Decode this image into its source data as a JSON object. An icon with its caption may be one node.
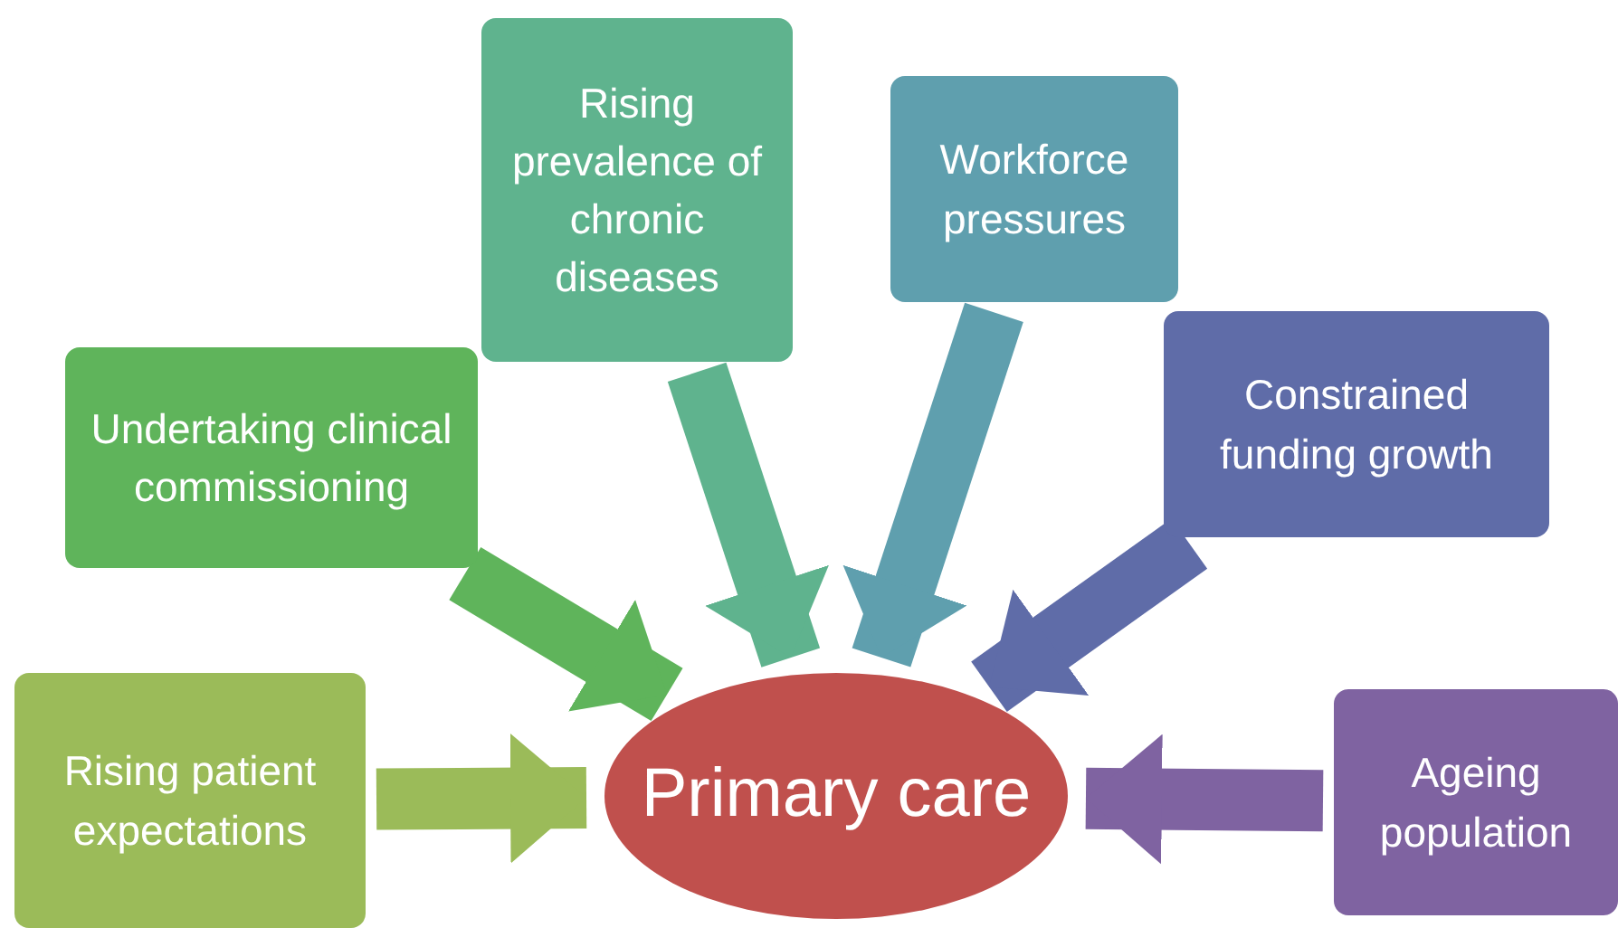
{
  "diagram": {
    "nodes": [
      {
        "text": [
          "Primary care"
        ]
      },
      {
        "text": [
          "Rising patient expectations"
        ]
      },
      {
        "text": [
          "Undertaking clinical commissioning"
        ]
      },
      {
        "text": [
          "Rising prevalence of chronic diseases"
        ]
      },
      {
        "text": [
          "Workforce pressures"
        ]
      },
      {
        "text": [
          "Constrained funding growth"
        ]
      },
      {
        "text": [
          "Ageing population"
        ]
      }
    ],
    "edges": [
      {
        "from": 1,
        "to": 0,
        "arrow": "to",
        "color": "#9bbb59"
      },
      {
        "from": 2,
        "to": 0,
        "arrow": "to",
        "color": "#5fb45b"
      },
      {
        "from": 3,
        "to": 0,
        "arrow": "to",
        "color": "#5fb38e"
      },
      {
        "from": 4,
        "to": 0,
        "arrow": "to",
        "color": "#5f9fae"
      },
      {
        "from": 5,
        "to": 0,
        "arrow": "to",
        "color": "#5f6ca8"
      },
      {
        "from": 6,
        "to": 0,
        "arrow": "to",
        "color": "#7f63a1"
      }
    ]
  }
}
